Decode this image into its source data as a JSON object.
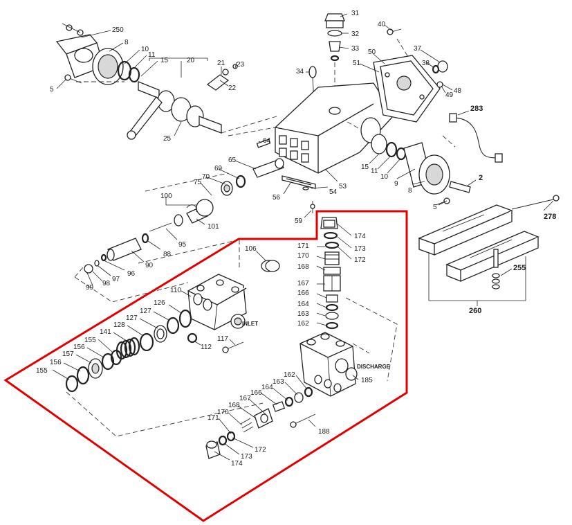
{
  "labels": {
    "p250": "250",
    "p8a": "8",
    "p10a": "10",
    "p11a": "11",
    "p15a": "15",
    "p5a": "5",
    "p20": "20",
    "p21": "21",
    "p23": "23",
    "p22": "22",
    "p25": "25",
    "p31": "31",
    "p32": "32",
    "p33": "33",
    "p34": "34",
    "p40": "40",
    "p50": "50",
    "p51": "51",
    "p37": "37",
    "p38": "38",
    "p49": "49",
    "p48": "48",
    "p283": "283",
    "p64": "64",
    "p65": "65",
    "p69": "69",
    "p70": "70",
    "p75": "75",
    "p15b": "15",
    "p11b": "11",
    "p10b": "10",
    "p9": "9",
    "p8b": "8",
    "p2": "2",
    "p5b": "5",
    "p53": "53",
    "p54": "54",
    "p56": "56",
    "p59": "59",
    "p100": "100",
    "p101": "101",
    "p95": "95",
    "p88": "88",
    "p90": "90",
    "p96": "96",
    "p97": "97",
    "p98": "98",
    "p99": "99",
    "p106": "106",
    "p174a": "174",
    "p173a": "173",
    "p172a": "172",
    "p171a": "171",
    "p170a": "170",
    "p168a": "168",
    "p167a": "167",
    "p166a": "166",
    "p164a": "164",
    "p163a": "163",
    "p162a": "162",
    "p110": "110",
    "p126": "126",
    "p127a": "127",
    "p127b": "127",
    "p128": "128",
    "p141": "141",
    "p155a": "155",
    "p156a": "156",
    "p157": "157",
    "p156b": "156",
    "p155b": "155",
    "p117": "117",
    "p112": "112",
    "p185": "185",
    "p162b": "162",
    "p163b": "163",
    "p164b": "164",
    "p166b": "166",
    "p167b": "167",
    "p168b": "168",
    "p170b": "170",
    "p171b": "171",
    "p188": "188",
    "p172b": "172",
    "p173b": "173",
    "p174b": "174",
    "p278": "278",
    "p255": "255",
    "p260": "260"
  },
  "side_labels": {
    "inlet": "INLET",
    "discharge": "DISCHARGE"
  },
  "highlight": {
    "color": "#e00000"
  }
}
